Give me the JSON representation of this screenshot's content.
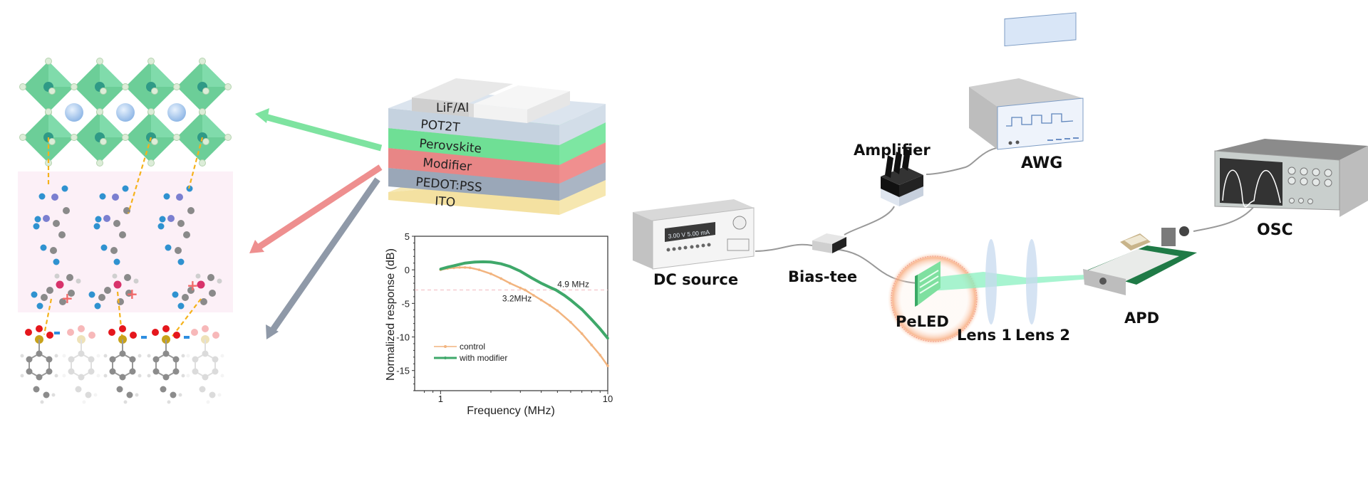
{
  "figure": {
    "device_stack": {
      "layers": [
        {
          "label": "LiF/Al",
          "color": "#e4e4e4"
        },
        {
          "label": "POT2T",
          "color": "#c9d6e3"
        },
        {
          "label": "Perovskite",
          "color": "#6fdf95"
        },
        {
          "label": "Modifier",
          "color": "#ec8a8a"
        },
        {
          "label": "PEDOT:PSS",
          "color": "#9aa7b8"
        },
        {
          "label": "ITO",
          "color": "#f3df9c"
        }
      ]
    },
    "arrows": [
      {
        "name": "perovskite-arrow",
        "color": "#7ee3a0"
      },
      {
        "name": "modifier-arrow",
        "color": "#ee8f8f"
      },
      {
        "name": "pedot-arrow",
        "color": "#8f99a8"
      }
    ],
    "molecular": {
      "octahedron_color": "#5cc98d",
      "cation_color": "#a9c9ef",
      "interlayer_bg": "#fcf0f7",
      "charge_plus": "+",
      "charge_minus": "-",
      "plus_color": "#f26a6a",
      "minus_color": "#2e8ee0",
      "bond_color": "#f5b21b"
    },
    "setup": {
      "dc_source": {
        "label": "DC source",
        "display": "3.00 V  5.00 mA"
      },
      "bias_tee": {
        "label": "Bias-tee"
      },
      "amplifier": {
        "label": "Amplifier"
      },
      "awg": {
        "label": "AWG"
      },
      "peled": {
        "label": "PeLED"
      },
      "lens1": {
        "label": "Lens 1"
      },
      "lens2": {
        "label": "Lens 2"
      },
      "apd": {
        "label": "APD"
      },
      "osc": {
        "label": "OSC"
      }
    }
  },
  "chart_data": {
    "type": "line",
    "title": "",
    "xlabel": "Frequency (MHz)",
    "ylabel": "Normalized response (dB)",
    "xscale": "log",
    "xlim": [
      0.7,
      10
    ],
    "ylim": [
      -18,
      5
    ],
    "xticks": [
      1,
      10
    ],
    "xtick_labels": [
      "1",
      "10"
    ],
    "yticks": [
      5,
      0,
      -5,
      -10,
      -15
    ],
    "ytick_labels": [
      "5",
      "0",
      "-5",
      "-10",
      "-15"
    ],
    "reference_line": {
      "y": -3,
      "style": "dashed",
      "color": "#f2b9c0"
    },
    "legend": {
      "position": "lower-left"
    },
    "series": [
      {
        "name": "control",
        "color": "#f2b47f",
        "x": [
          1.0,
          1.1,
          1.2,
          1.3,
          1.4,
          1.5,
          1.7,
          2.0,
          2.3,
          2.6,
          3.0,
          3.2,
          3.6,
          4.0,
          4.5,
          5.0,
          6.0,
          7.0,
          8.0,
          9.0,
          10.0
        ],
        "y": [
          0.0,
          0.2,
          0.3,
          0.35,
          0.35,
          0.3,
          0.0,
          -0.6,
          -1.3,
          -2.0,
          -2.7,
          -3.0,
          -3.8,
          -4.5,
          -5.3,
          -6.1,
          -7.8,
          -9.5,
          -11.2,
          -12.7,
          -14.3
        ]
      },
      {
        "name": "with modifier",
        "color": "#3fa86a",
        "x": [
          1.0,
          1.1,
          1.2,
          1.4,
          1.6,
          1.8,
          2.0,
          2.3,
          2.6,
          3.0,
          3.5,
          4.0,
          4.5,
          4.9,
          5.5,
          6.0,
          7.0,
          8.0,
          9.0,
          10.0
        ],
        "y": [
          0.1,
          0.4,
          0.6,
          1.0,
          1.15,
          1.2,
          1.15,
          0.9,
          0.5,
          -0.2,
          -1.2,
          -2.0,
          -2.6,
          -3.0,
          -3.8,
          -4.5,
          -5.9,
          -7.4,
          -8.8,
          -10.2
        ]
      }
    ],
    "annotations": [
      {
        "text": "4.9 MHz",
        "x": 4.9,
        "y": -3,
        "color": "#3fa86a"
      },
      {
        "text": "3.2MHz",
        "x": 3.2,
        "y": -3,
        "color": "#f2b47f"
      }
    ]
  }
}
